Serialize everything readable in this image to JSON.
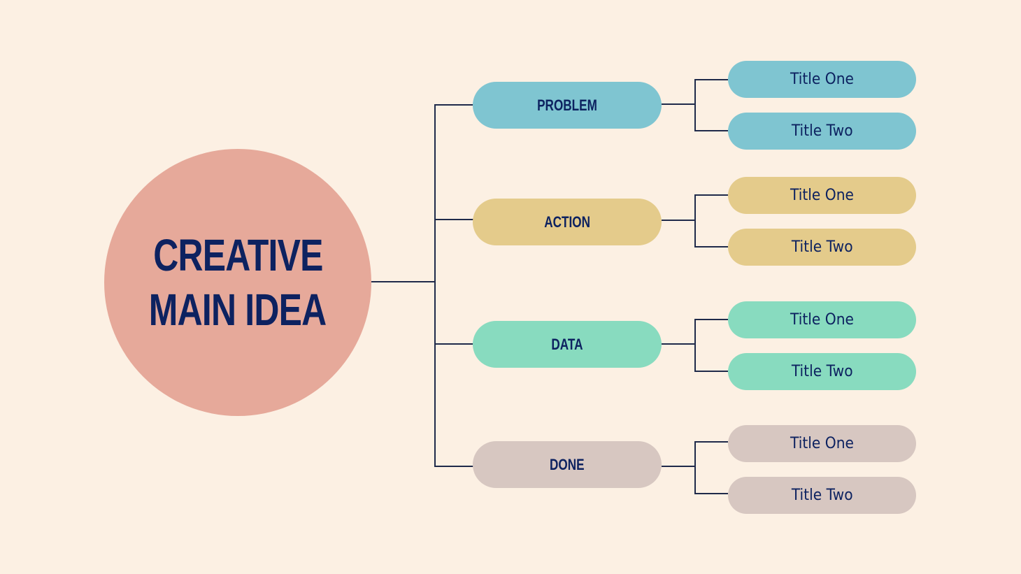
{
  "main_idea": {
    "line1": "CREATIVE",
    "line2": "MAIN IDEA",
    "color": "#e6a99a"
  },
  "colors": {
    "background": "#fcf0e3",
    "text": "#0d2260",
    "connector": "#1f2a4a"
  },
  "branches": [
    {
      "label": "PROBLEM",
      "color": "#7fc5d1",
      "children": [
        {
          "label": "Title One"
        },
        {
          "label": "Title Two"
        }
      ]
    },
    {
      "label": "ACTION",
      "color": "#e4cb8b",
      "children": [
        {
          "label": "Title One"
        },
        {
          "label": "Title Two"
        }
      ]
    },
    {
      "label": "DATA",
      "color": "#88dbbf",
      "children": [
        {
          "label": "Title One"
        },
        {
          "label": "Title Two"
        }
      ]
    },
    {
      "label": "DONE",
      "color": "#d7c7c1",
      "children": [
        {
          "label": "Title One"
        },
        {
          "label": "Title Two"
        }
      ]
    }
  ]
}
